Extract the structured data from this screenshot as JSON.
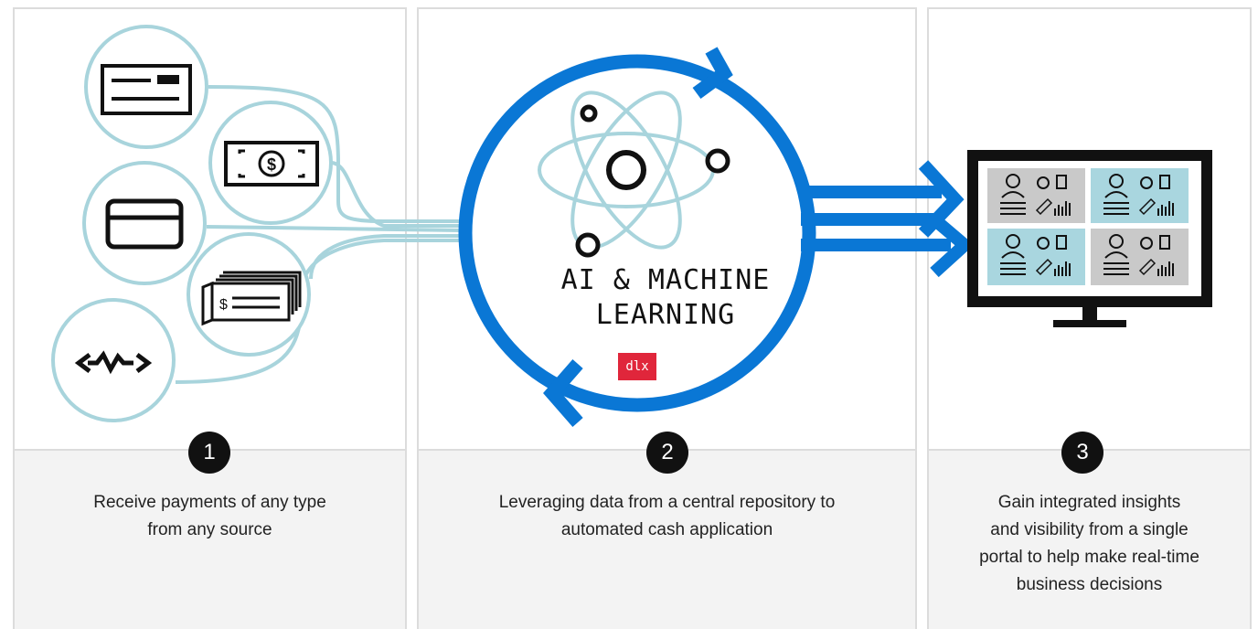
{
  "steps": [
    {
      "number": "1",
      "caption_lines": [
        "Receive payments of any type",
        "from any source"
      ]
    },
    {
      "number": "2",
      "caption_lines": [
        "Leveraging data from a central repository to",
        "automated cash application"
      ]
    },
    {
      "number": "3",
      "caption_lines": [
        "Gain integrated insights",
        "and visibility from a single",
        "portal to help make real-time",
        "business decisions"
      ]
    }
  ],
  "center": {
    "title_line1": "AI & MACHINE",
    "title_line2": "LEARNING",
    "logo": "dlx"
  },
  "payment_sources": [
    "check-icon",
    "cash-icon",
    "credit-card-icon",
    "checkbook-icon",
    "electronic-payment-icon"
  ],
  "colors": {
    "accent_blue": "#0a77d5",
    "light_teal": "#a8d4dc",
    "dark": "#111111",
    "logo_red": "#e0263b",
    "tile_teal": "#a9d6df",
    "tile_gray": "#c9c9c9"
  }
}
